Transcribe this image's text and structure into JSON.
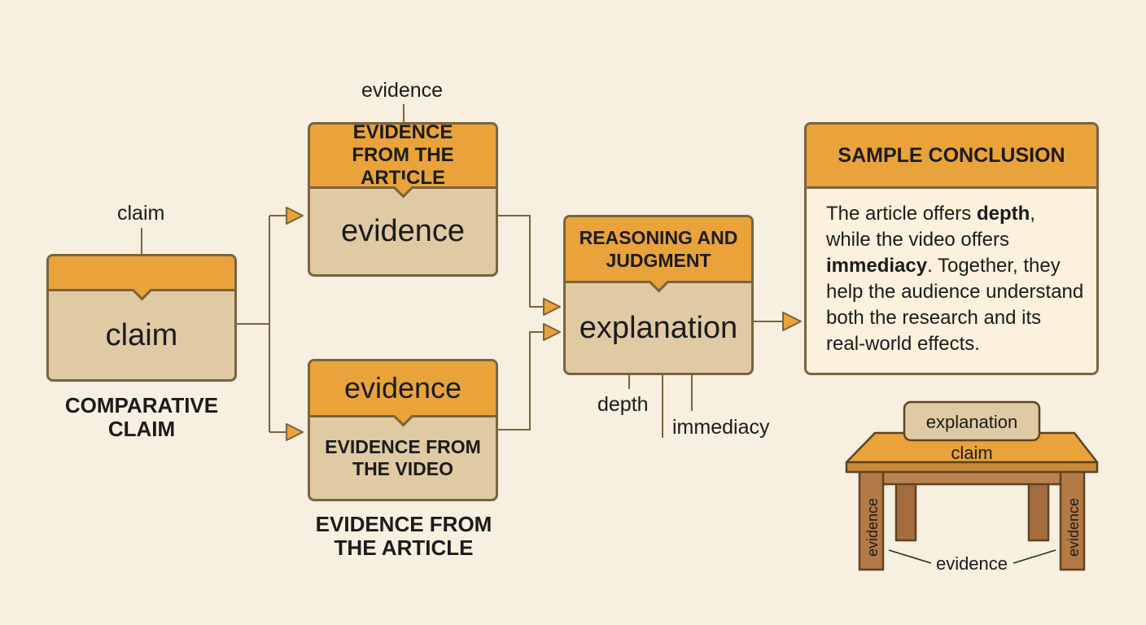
{
  "colors": {
    "background": "#f7efe0",
    "header": "#e9a33a",
    "body": "#dfcaa4",
    "border": "#7a6440",
    "body_light": "#fbf1dd",
    "wood": "#a46d3f"
  },
  "claim_node": {
    "top_label": "claim",
    "body_text": "claim",
    "caption": "COMPARATIVE CLAIM"
  },
  "article_node": {
    "top_label": "evidence",
    "header": "EVIDENCE FROM THE ARTICLE",
    "body_text": "evidence"
  },
  "video_node": {
    "header": "evidence",
    "body_text": "EVIDENCE FROM THE VIDEO",
    "caption": "EVIDENCE FROM THE ARTICLE"
  },
  "reasoning_node": {
    "header": "REASONING AND JUDGMENT",
    "body_text": "explanation",
    "label_depth": "depth",
    "label_immediacy": "immediacy"
  },
  "conclusion_node": {
    "header": "SAMPLE CONCLUSION",
    "text_1": "The article offers ",
    "bold_1": "depth",
    "text_2": ", while the video offers ",
    "bold_2": "immediacy",
    "text_3": ". Together, they help the audience understand both the research and its real-world effects."
  },
  "table_metaphor": {
    "top_block": "explanation",
    "tabletop": "claim",
    "left_leg": "evidence",
    "right_leg": "evidence",
    "bottom_label": "evidence"
  }
}
